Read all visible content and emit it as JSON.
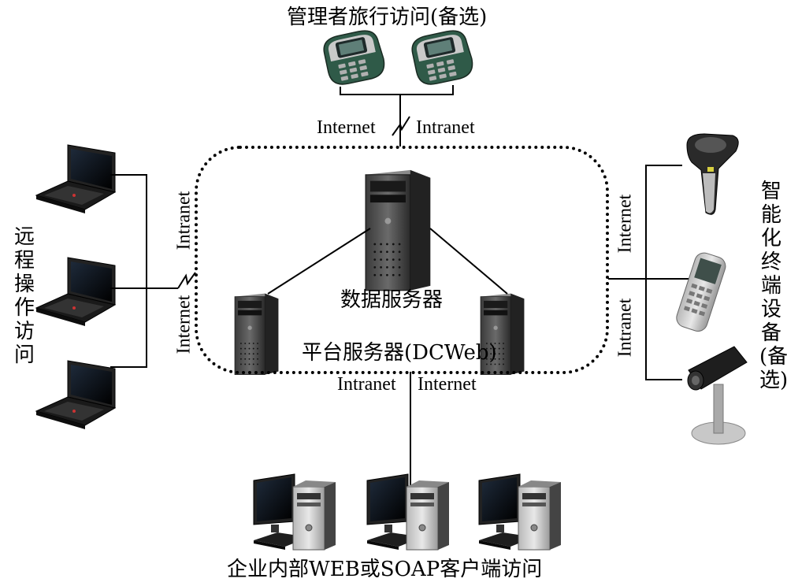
{
  "diagram": {
    "top_label": "管理者旅行访问(备选)",
    "left_label": "远程操作访问",
    "right_label": "智能化终端设备(备选)",
    "bottom_label": "企业内部WEB或SOAP客户端访问",
    "data_server_label": "数据服务器",
    "platform_server_label": "平台服务器(DCWeb)",
    "links": {
      "top_internet": "Internet",
      "top_intranet": "Intranet",
      "left_intranet": "Intranet",
      "left_internet": "Internet",
      "right_internet": "Internet",
      "right_intranet": "Intranet",
      "bottom_intranet": "Intranet",
      "bottom_internet": "Internet"
    }
  },
  "device_icons": {
    "phones": [
      "phone-icon",
      "phone-icon"
    ],
    "laptops": [
      "laptop-icon",
      "laptop-icon",
      "laptop-icon"
    ],
    "servers": [
      "tower-server-icon",
      "tower-server-icon",
      "tower-server-icon"
    ],
    "terminals": [
      "barcode-scanner-icon",
      "handheld-terminal-icon",
      "fixed-scanner-icon"
    ],
    "desktops": [
      "desktop-pc-icon",
      "desktop-pc-icon",
      "desktop-pc-icon"
    ]
  }
}
